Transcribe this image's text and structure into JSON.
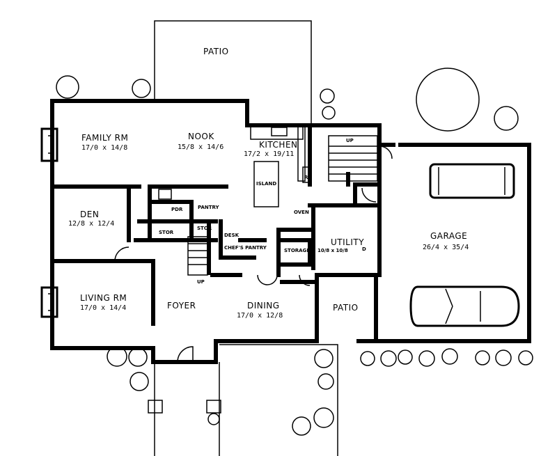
{
  "rooms": {
    "patio_top": {
      "name": "PATIO"
    },
    "family_rm": {
      "name": "FAMILY RM",
      "dims": "17/0 x 14/8"
    },
    "nook": {
      "name": "NOOK",
      "dims": "15/8 x 14/6"
    },
    "kitchen": {
      "name": "KITCHEN",
      "dims": "17/2 x 19/11"
    },
    "den": {
      "name": "DEN",
      "dims": "12/8 x 12/4"
    },
    "garage": {
      "name": "GARAGE",
      "dims": "26/4 x 35/4"
    },
    "utility": {
      "name": "UTILITY",
      "dims": "10/8 x 10/8"
    },
    "living_rm": {
      "name": "LIVING RM",
      "dims": "17/0 x 14/4"
    },
    "foyer": {
      "name": "FOYER"
    },
    "dining": {
      "name": "DINING",
      "dims": "17/0 x 12/8"
    },
    "patio_right": {
      "name": "PATIO"
    }
  },
  "small_labels": {
    "up_top": "UP",
    "r": "R",
    "island": "ISLAND",
    "pdr": "PDR",
    "pantry": "PANTRY",
    "stor1": "STOR",
    "stor2": "STOR",
    "desk": "DESK",
    "chefs_pantry": "CHEF'S PANTRY",
    "oven": "OVEN",
    "storage": "STORAGE",
    "d": "D",
    "up_bottom": "UP"
  }
}
